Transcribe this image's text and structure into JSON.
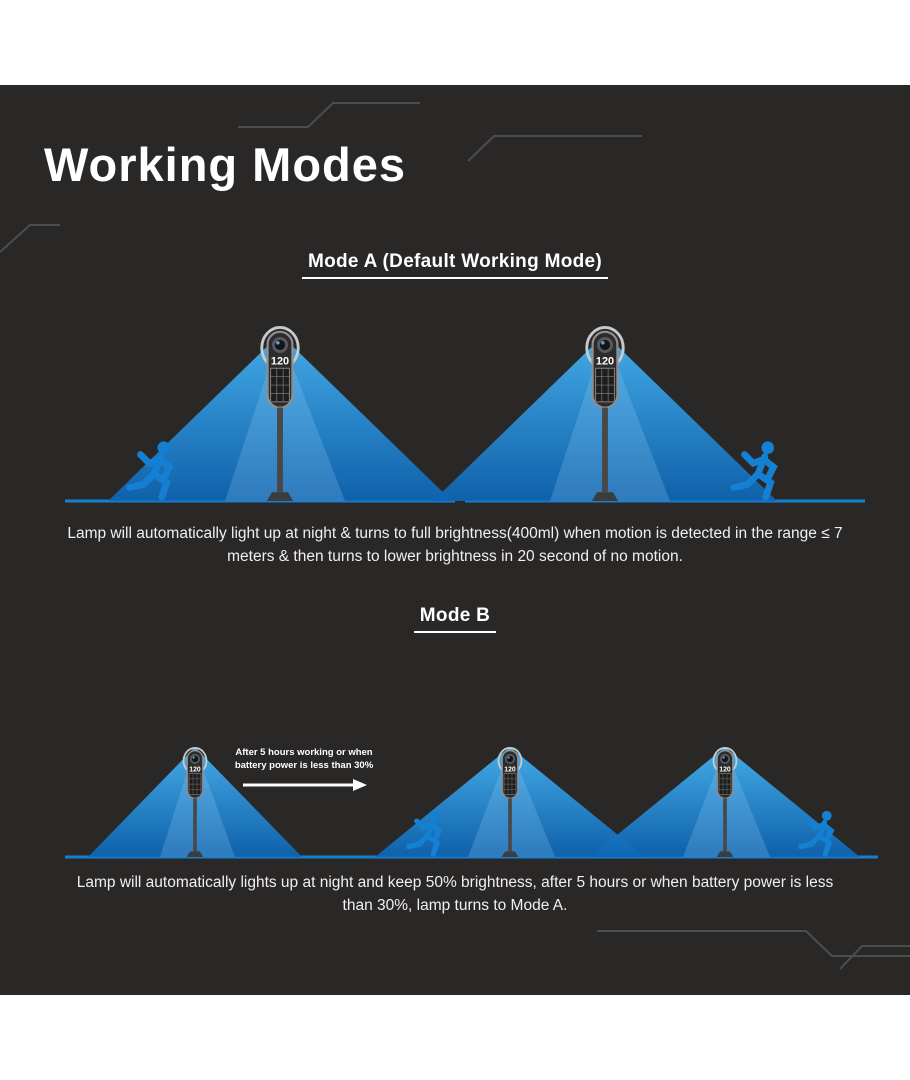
{
  "title": "Working Modes",
  "mode_a": {
    "heading": "Mode A (Default Working Mode)",
    "description": "Lamp will automatically light up at night & turns to full brightness(400ml) when motion is detected in the range ≤ 7 meters & then turns to lower brightness in 20 second of no motion."
  },
  "mode_b": {
    "heading": "Mode B",
    "arrow_note_line1": "After 5 hours working or when",
    "arrow_note_line2": "battery power is less than 30%",
    "description": "Lamp will automatically lights up at night and keep 50% brightness, after 5 hours or when battery power is less than 30%, lamp turns to Mode A."
  },
  "lamp": {
    "display": "120"
  },
  "colors": {
    "panel_background": "#2a2727",
    "beam_blue": "#1580d2",
    "text": "#ffffff",
    "trace_gray": "#4d4d4d"
  }
}
